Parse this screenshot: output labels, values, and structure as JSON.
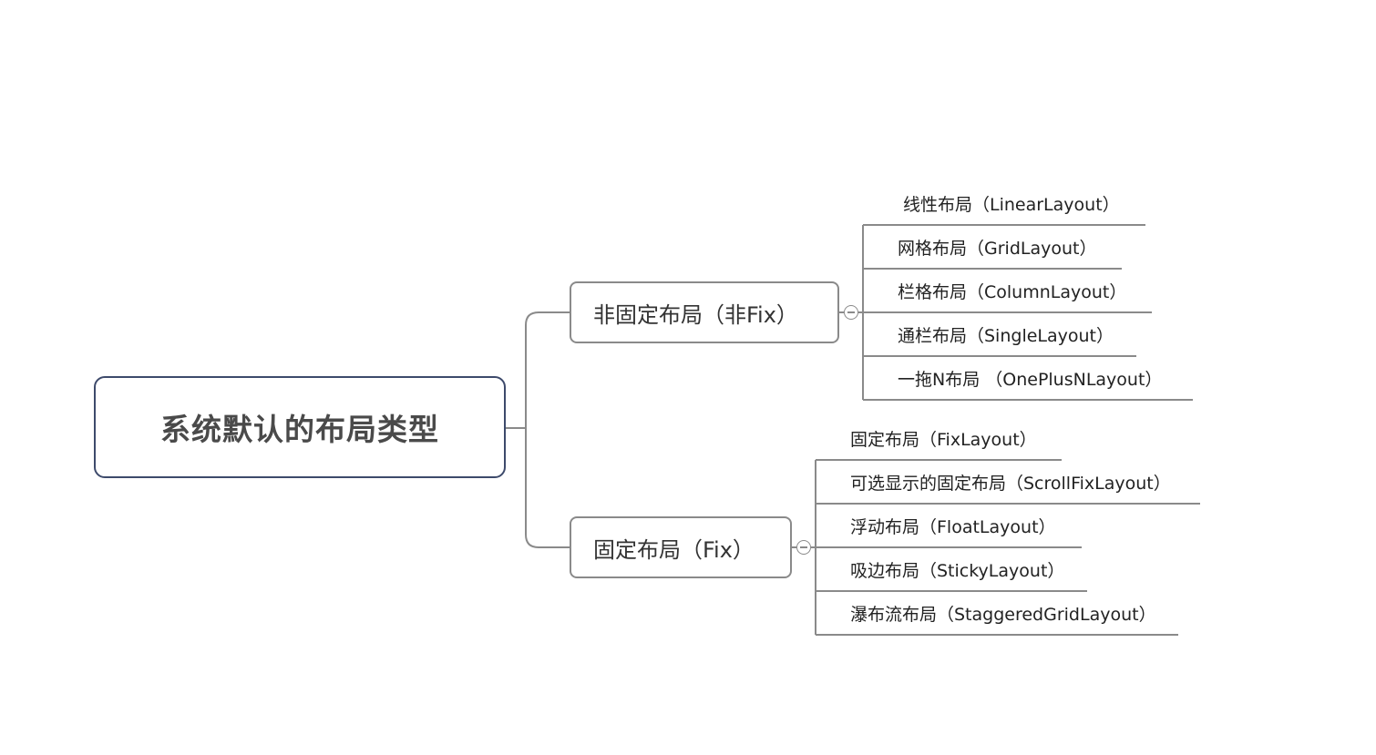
{
  "root": {
    "label": "系统默认的布局类型"
  },
  "branches": [
    {
      "label": "非固定布局（非Fix）",
      "children": [
        "线性布局（LinearLayout）",
        "网格布局（GridLayout）",
        "栏格布局（ColumnLayout）",
        "通栏布局（SingleLayout）",
        "一拖N布局 （OnePlusNLayout）"
      ]
    },
    {
      "label": "固定布局（Fix）",
      "children": [
        "固定布局（FixLayout）",
        "可选显示的固定布局（ScrollFixLayout）",
        "浮动布局（FloatLayout）",
        "吸边布局（StickyLayout）",
        "瀑布流布局（StaggeredGridLayout）"
      ]
    }
  ],
  "colors": {
    "root_border": "#3d4a6b",
    "branch_border": "#8a8a8a",
    "connector": "#8a8a8a",
    "text": "#333333"
  }
}
